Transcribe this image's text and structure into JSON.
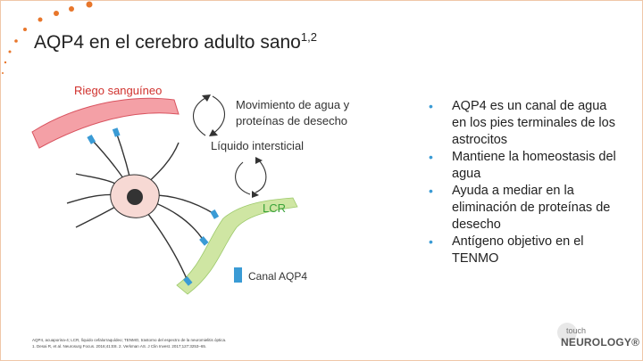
{
  "title": {
    "text": "AQP4 en el cerebro adulto sano",
    "superscript": "1,2"
  },
  "diagram": {
    "label_blood": "Riego sanguíneo",
    "label_water_line1": "Movimiento de agua y",
    "label_water_line2": "proteínas de desecho",
    "label_interstitial": "Líquido intersticial",
    "label_csf": "LCR",
    "legend_label": "Canal AQP4"
  },
  "bullets": [
    "AQP4 es un canal de agua en los pies terminales de los astrocitos",
    "Mantiene la homeostasis del agua",
    "Ayuda a mediar en la eliminación de proteínas de desecho",
    "Antígeno objetivo en el TENMO"
  ],
  "bullet_glyph": "•",
  "footnote": {
    "line1": "AQP4, acuaporina-4; LCR, líquido cefalorraquídeo; TENMO, trastorno del espectro de la neuromielitis óptica.",
    "line2": "1. Desai R, et al. Neurosurg Focus. 2016;41:E8. 2. Verkman AS. J Clin Invest. 2017;127:3253–65."
  },
  "logo": {
    "line1": "touch",
    "line2": "NEUROLOGY®"
  },
  "colors": {
    "accent": "#e8762b",
    "vessel_fill": "#f4a0a6",
    "vessel_edge": "#d9535f",
    "csf_fill": "#cfe6a3",
    "aqp4": "#3a9bd5",
    "neuron_fill": "#f7d9d4",
    "nucleus": "#333333",
    "red_label": "#d0312d",
    "green_label": "#3aa33a"
  }
}
